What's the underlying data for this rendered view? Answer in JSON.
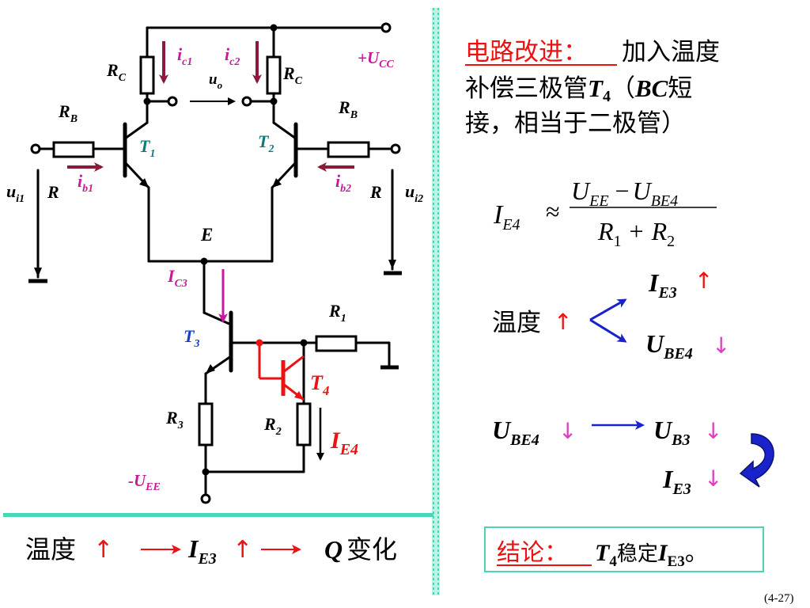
{
  "circuit": {
    "supply_pos": {
      "sign": "+",
      "sym": "U",
      "sub": "CC"
    },
    "supply_neg": {
      "sign": "-",
      "sym": "U",
      "sub": "EE"
    },
    "rc_left": {
      "sym": "R",
      "sub": "C"
    },
    "rc_right": {
      "sym": "R",
      "sub": "C"
    },
    "rb_left": {
      "sym": "R",
      "sub": "B"
    },
    "rb_right": {
      "sym": "R",
      "sub": "B"
    },
    "r_left": "R",
    "r_right": "R",
    "ic1": {
      "sym": "i",
      "sub": "c1"
    },
    "ic2": {
      "sym": "i",
      "sub": "c2"
    },
    "uo": {
      "sym": "u",
      "sub": "o"
    },
    "t1": {
      "sym": "T",
      "sub": "1"
    },
    "t2": {
      "sym": "T",
      "sub": "2"
    },
    "t3": {
      "sym": "T",
      "sub": "3"
    },
    "t4": {
      "sym": "T",
      "sub": "4"
    },
    "ib1": {
      "sym": "i",
      "sub": "b1"
    },
    "ib2": {
      "sym": "i",
      "sub": "b2"
    },
    "ui1": {
      "sym": "u",
      "sub": "i1"
    },
    "ui2": {
      "sym": "u",
      "sub": "i2"
    },
    "node_e": "E",
    "ic3": {
      "sym": "I",
      "sub": "C3"
    },
    "r1": {
      "sym": "R",
      "sub": "1"
    },
    "r2": {
      "sym": "R",
      "sub": "2"
    },
    "r3": {
      "sym": "R",
      "sub": "3"
    },
    "ie4": {
      "sym": "I",
      "sub": "E4"
    }
  },
  "bottom_chain": {
    "temp": "温度",
    "up_arrow": "↑",
    "ie3": {
      "sym": "I",
      "sub": "E3"
    },
    "q": "Q",
    "change": "变化"
  },
  "right_panel": {
    "heading": "电路改进：",
    "body_line1": "加入温度",
    "body_line2_pre": "补偿三极管",
    "t4_sym": "T",
    "t4_sub": "4",
    "body_line2_post": "（",
    "bc": "BC",
    "body_line2_end": "短",
    "body_line3": "接，相当于二极管）",
    "formula": {
      "lhs_sym": "I",
      "lhs_sub": "E4",
      "approx": "≈",
      "num_a_sym": "U",
      "num_a_sub": "EE",
      "minus": "−",
      "num_b_sym": "U",
      "num_b_sub": "BE4",
      "den_a_sym": "R",
      "den_a_sub": "1",
      "plus": "+",
      "den_b_sym": "R",
      "den_b_sub": "2"
    },
    "temp_label": "温度",
    "up": "↑",
    "down": "↓",
    "ie3": {
      "sym": "I",
      "sub": "E3"
    },
    "ube4": {
      "sym": "U",
      "sub": "BE4"
    },
    "ub3": {
      "sym": "U",
      "sub": "B3"
    },
    "conclusion_head": "结论：",
    "conclusion_t_sym": "T",
    "conclusion_t_sub": "4",
    "conclusion_mid": "稳定",
    "conclusion_i_sym": "I",
    "conclusion_i_sub": "E3",
    "conclusion_end": "。"
  },
  "page_number": "(4-27)",
  "colors": {
    "wire": "#000000",
    "current_arrow": "#8b1a3a",
    "teal_label": "#0f7a7a",
    "blue_label": "#1a3cc8",
    "red": "#ee1111",
    "magenta": "#c8189c",
    "pink_arrow": "#e040c0",
    "divider": "#49d6b4",
    "blue_arrow": "#1a22cc"
  }
}
